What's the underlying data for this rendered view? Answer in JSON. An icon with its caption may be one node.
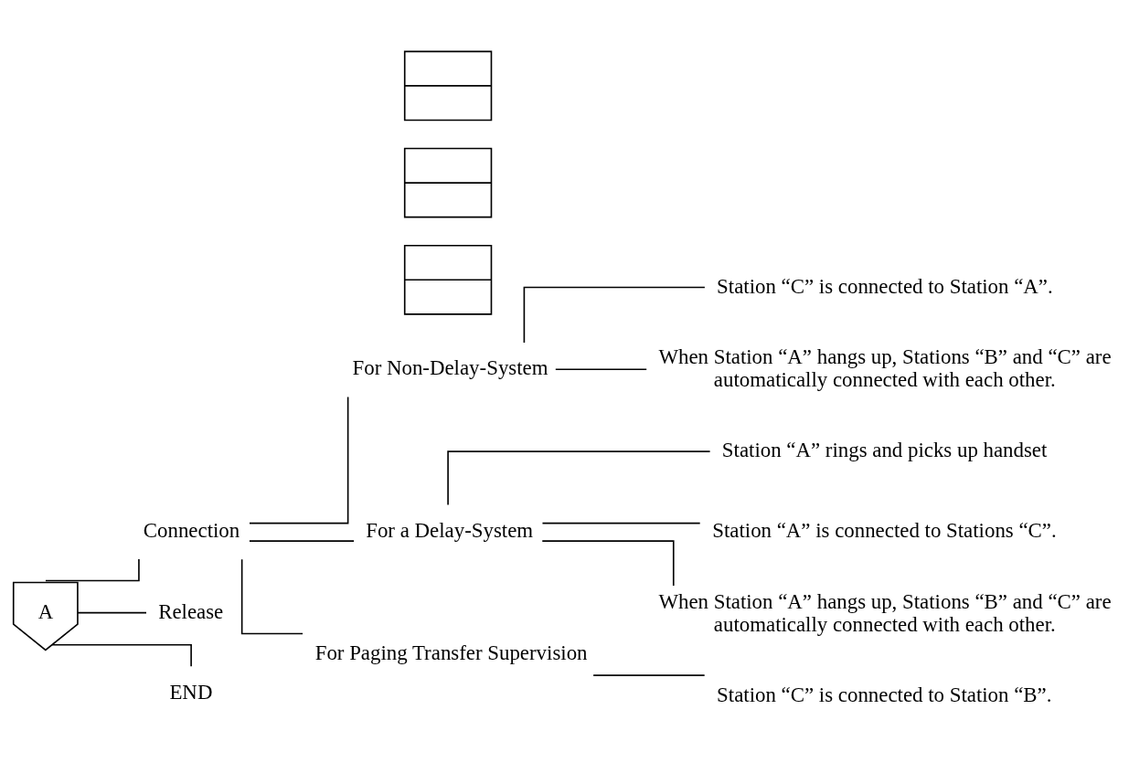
{
  "diagram": {
    "nodes": [
      {
        "text": [
          "A"
        ]
      },
      {
        "text": [
          "Connection"
        ]
      },
      {
        "text": [
          "For Non-Delay-System"
        ]
      },
      {
        "text": [],
        "shape": "box"
      },
      {
        "text": [
          "Station “C” is connected to Station “A”."
        ]
      },
      {
        "text": [
          "When Station “A” hangs up, Stations “B” and “C” are automatically connected with each other."
        ]
      },
      {
        "text": [
          "For a Delay-System"
        ]
      },
      {
        "text": [],
        "shape": "box"
      },
      {
        "text": [
          "Station “A” rings and picks up handset"
        ]
      },
      {
        "text": [
          "Station “A” is connected to Stations “C”."
        ]
      },
      {
        "text": [
          "When Station “A” hangs up, Stations “B” and “C” are automatically connected with each other."
        ]
      },
      {
        "text": [
          "For Paging Transfer Supervision"
        ]
      },
      {
        "text": [],
        "shape": "box"
      },
      {
        "text": [
          "Station “C” is connected to Station “B”."
        ]
      },
      {
        "text": [
          "Release"
        ]
      },
      {
        "text": [
          "END"
        ]
      }
    ],
    "edges": [
      {
        "from": 0,
        "to": 1,
        "arrow": "none"
      },
      {
        "from": 1,
        "to": 2,
        "arrow": "none"
      },
      {
        "from": 2,
        "to": 4,
        "arrow": "none"
      },
      {
        "from": 2,
        "to": 5,
        "arrow": "none"
      },
      {
        "from": 1,
        "to": 6,
        "arrow": "none"
      },
      {
        "from": 6,
        "to": 8,
        "arrow": "none"
      },
      {
        "from": 6,
        "to": 9,
        "arrow": "none"
      },
      {
        "from": 6,
        "to": 10,
        "arrow": "none"
      },
      {
        "from": 1,
        "to": 11,
        "arrow": "none"
      },
      {
        "from": 11,
        "to": 13,
        "arrow": "none"
      },
      {
        "from": 0,
        "to": 14,
        "arrow": "none"
      },
      {
        "from": 0,
        "to": 15,
        "arrow": "none"
      }
    ]
  }
}
